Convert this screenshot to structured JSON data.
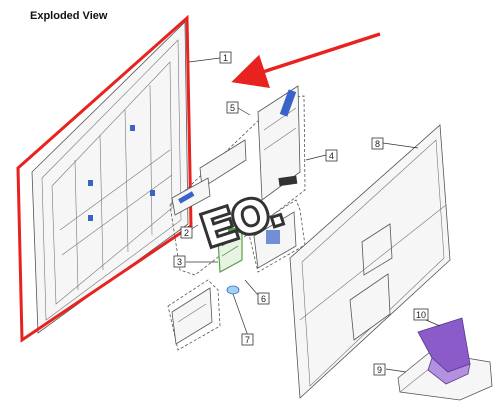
{
  "title": "Exploded View",
  "overlay_text": "EO.",
  "callouts": [
    "1",
    "2",
    "3",
    "4",
    "5",
    "6",
    "7",
    "8",
    "9",
    "10"
  ],
  "colors": {
    "highlight": "#e8221f",
    "arrow": "#e8221f",
    "board_green": "#5aa046",
    "connector_blue": "#3a63c9",
    "stand_purple": "#8a5bc9",
    "part_stroke": "#555555"
  }
}
